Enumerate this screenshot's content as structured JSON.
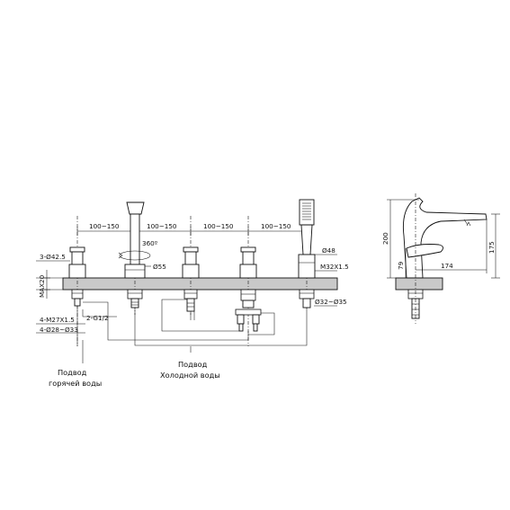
{
  "dimensions": {
    "spacing_1": "100~150",
    "spacing_2": "100~150",
    "spacing_3": "100~150",
    "spacing_4": "100~150",
    "rotation": "360º",
    "handle_diameter": "3-Ø42.5",
    "spout_diameter": "Ø55",
    "shower_holder_diameter": "Ø48",
    "shower_thread": "M32X1.5",
    "max_deck": "MAX20",
    "valve_thread": "4-M27X1.5",
    "inlet_thread": "2-G1/2",
    "hole_range": "4-Ø28~Ø33",
    "shower_hole_range": "Ø32~Ø35",
    "height_total": "200",
    "height_spout": "175",
    "height_handle": "79",
    "reach": "174"
  },
  "labels": {
    "hot_line1": "Подвод",
    "hot_line2": "горячей воды",
    "cold_line1": "Подвод",
    "cold_line2": "Холодной воды"
  }
}
